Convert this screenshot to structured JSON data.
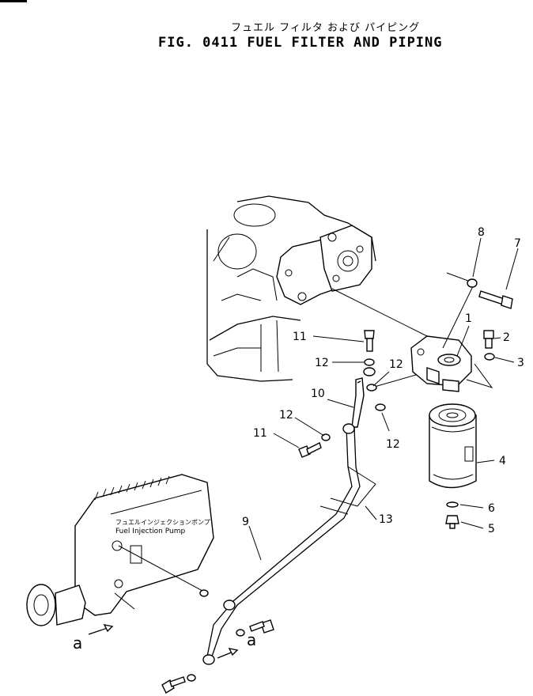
{
  "header": {
    "title_jp": "フュエル フィルタ および パイピング",
    "title_en": "FIG. 0411  FUEL FILTER AND PIPING"
  },
  "pump_label": {
    "jp": "フュエルインジェクションポンプ",
    "en": "Fuel Injection Pump"
  },
  "callouts": {
    "c1": "1",
    "c2": "2",
    "c3": "3",
    "c4": "4",
    "c5": "5",
    "c6": "6",
    "c7": "7",
    "c8": "8",
    "c9": "9",
    "c10": "10",
    "c11a": "11",
    "c11b": "11",
    "c12a": "12",
    "c12b": "12",
    "c12c": "12",
    "c12d": "12",
    "c13": "13",
    "a1": "a",
    "a2": "a"
  }
}
